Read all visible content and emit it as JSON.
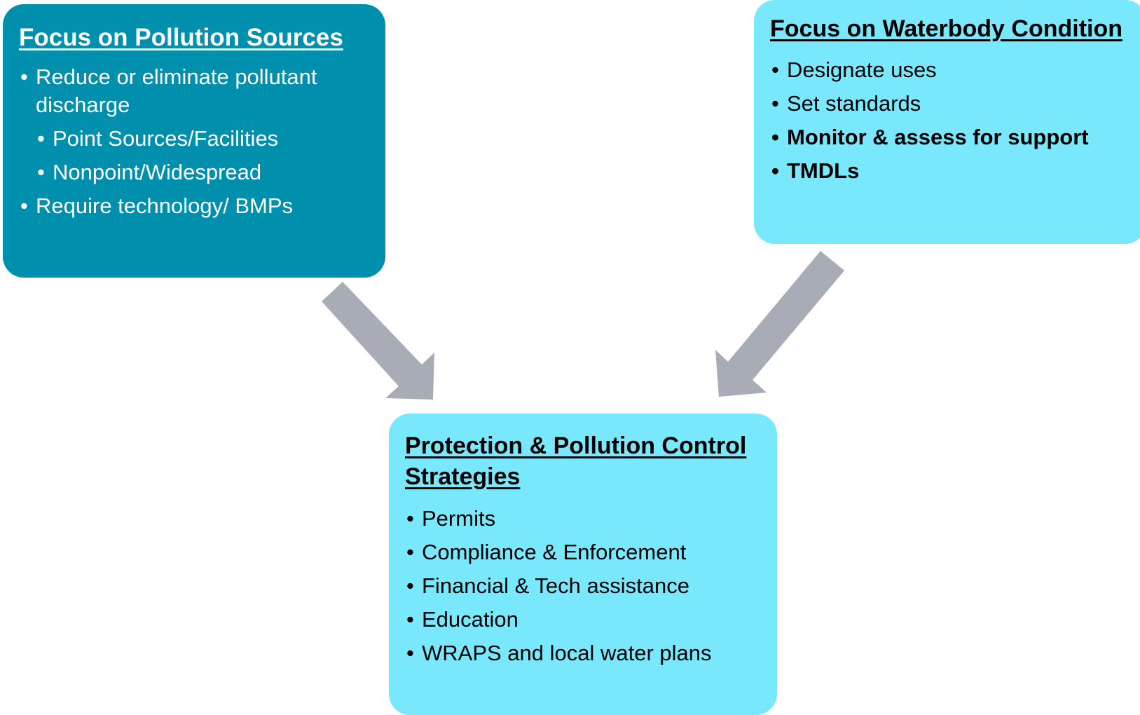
{
  "sources": {
    "title": "Focus on Pollution Sources",
    "items": [
      {
        "text": "Reduce or eliminate pollutant discharge"
      },
      {
        "text": "Point Sources/Facilities"
      },
      {
        "text": "Nonpoint/Widespread"
      },
      {
        "text": "Require technology/ BMPs"
      }
    ]
  },
  "waterbody": {
    "title": "Focus on Waterbody Condition",
    "items": [
      {
        "text": "Designate uses"
      },
      {
        "text": "Set standards"
      },
      {
        "text": "Monitor & assess for support"
      },
      {
        "text": "TMDLs"
      }
    ]
  },
  "strategies": {
    "title": "Protection & Pollution Control Strategies",
    "items": [
      {
        "text": "Permits"
      },
      {
        "text": "Compliance & Enforcement"
      },
      {
        "text": "Financial & Tech assistance"
      },
      {
        "text": "Education"
      },
      {
        "text": "WRAPS and local water plans"
      }
    ]
  },
  "colors": {
    "sources_box": "#008FAD",
    "condition_boxes": "#7AE8FC",
    "arrows": "#A8ACB6"
  }
}
